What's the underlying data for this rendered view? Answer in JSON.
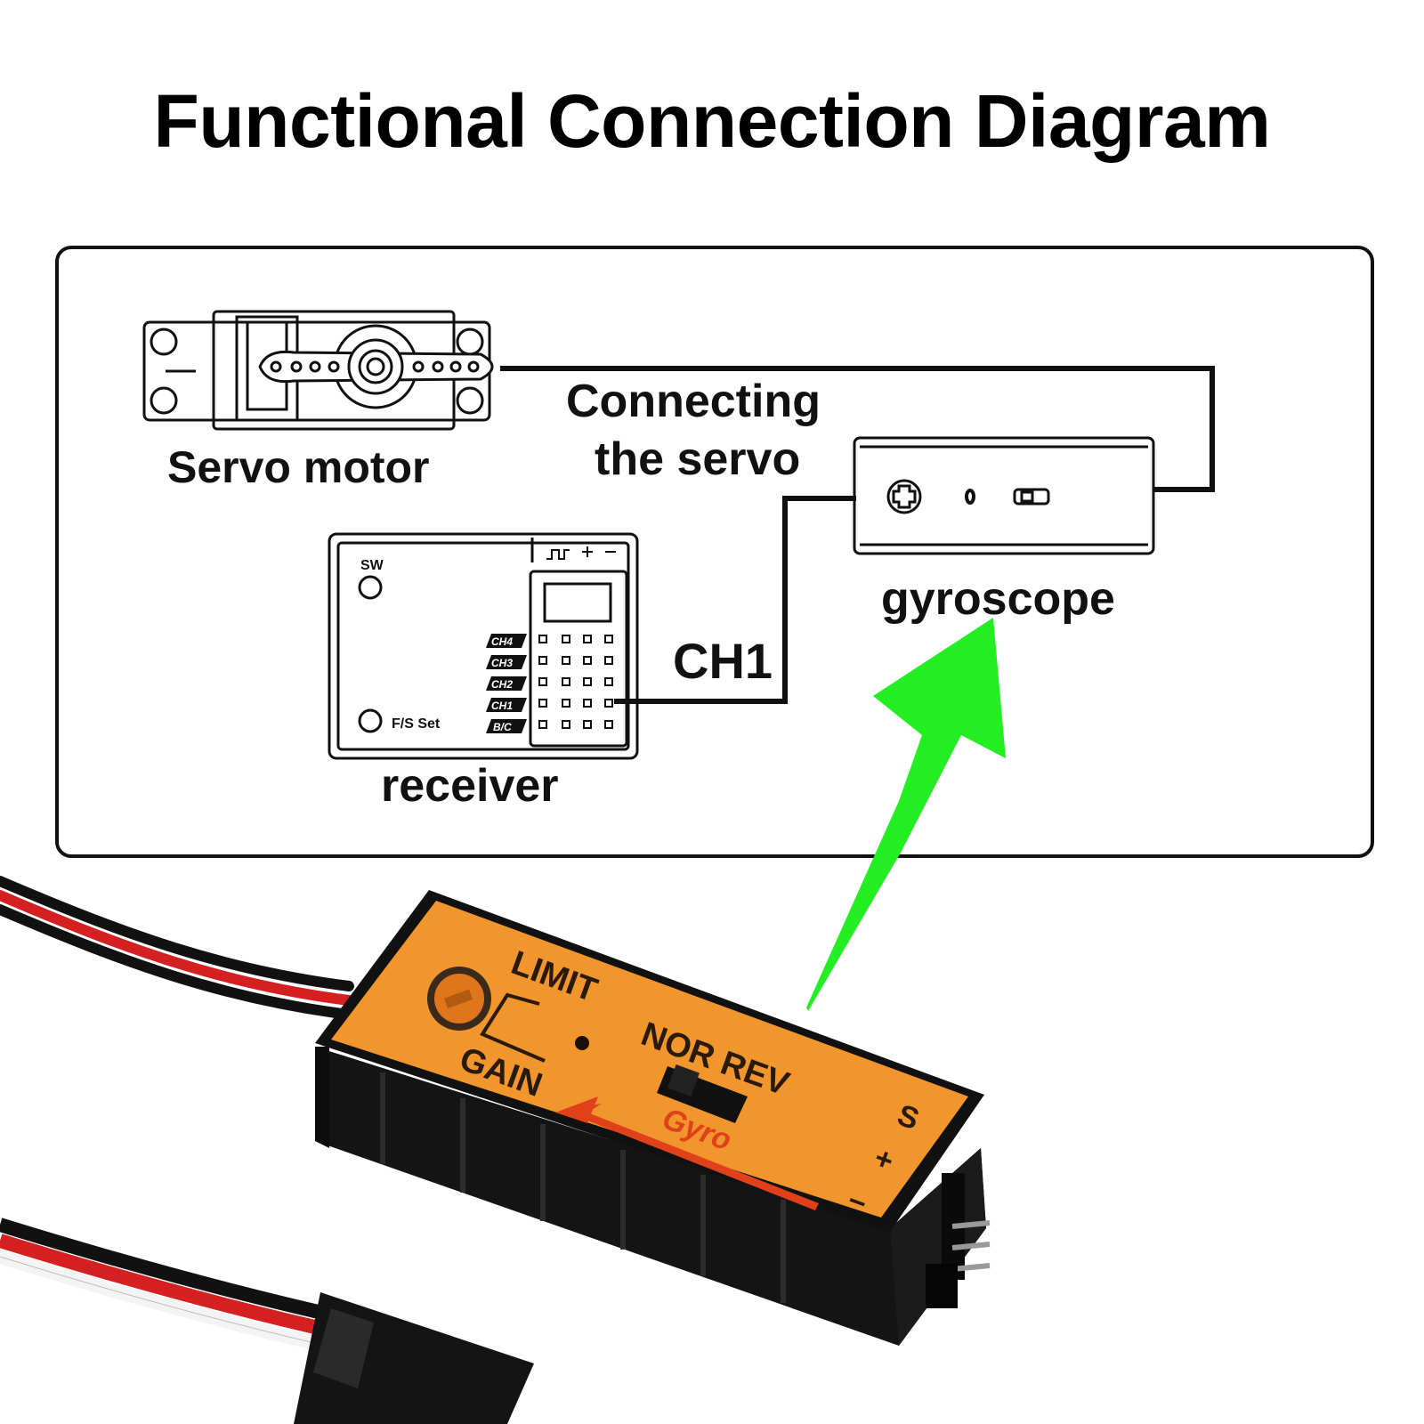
{
  "title": "Functional Connection Diagram",
  "diagram": {
    "servo_label": "Servo motor",
    "servo_connection_label_line1": "Connecting",
    "servo_connection_label_line2": "the servo",
    "gyro_label": "gyroscope",
    "receiver_label": "receiver",
    "ch1_label": "CH1",
    "receiver_sw": "SW",
    "receiver_fs": "F/S Set",
    "receiver_channels": [
      "CH4",
      "CH3",
      "CH2",
      "CH1",
      "B/C"
    ]
  },
  "product": {
    "limit_label": "LIMIT",
    "gain_label": "GAIN",
    "switch_label": "NOR REV",
    "brand_label": "Gyro",
    "pin_s": "S",
    "pin_plus": "+",
    "pin_minus": "−"
  },
  "colors": {
    "arrow": "#22ee22",
    "label_face": "#f0962c",
    "case": "#111111",
    "wire_red": "#d42020",
    "wire_white": "#f4f4f4",
    "wire_black": "#111111"
  }
}
